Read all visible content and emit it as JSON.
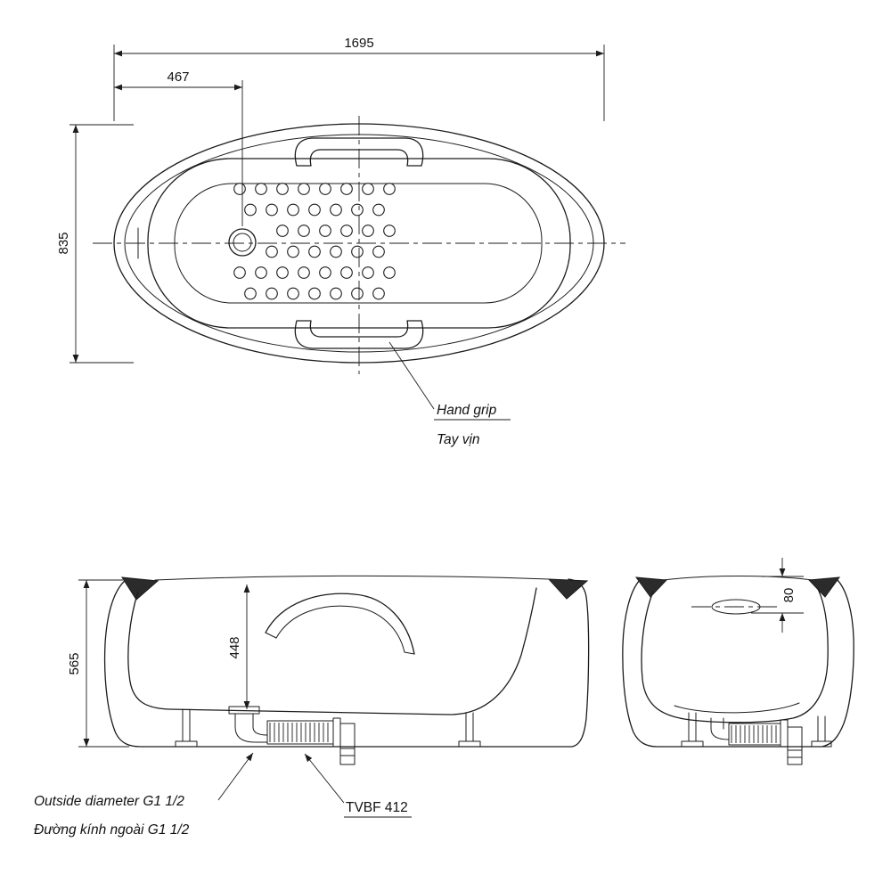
{
  "top_view": {
    "length": "1695",
    "drain_offset": "467",
    "width": "835",
    "hand_grip_label_en": "Hand grip",
    "hand_grip_label_vi": "Tay vịn"
  },
  "side_view": {
    "overall_height": "565",
    "inner_depth": "448",
    "drain_label_en": "Outside diameter G1 1/2",
    "drain_label_vi": "Đường kính ngoài G1 1/2",
    "valve_label": "TVBF 412"
  },
  "end_view": {
    "rim_height": "80"
  }
}
